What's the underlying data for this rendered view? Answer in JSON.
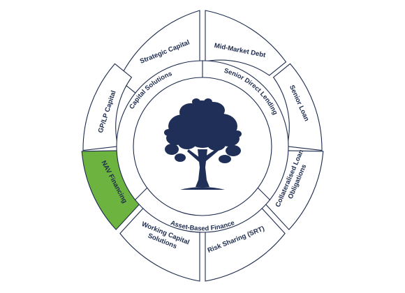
{
  "diagram": {
    "inner_ring": {
      "capital_solutions": "Capital Solutions",
      "senior_direct_lending": "Senior Direct Lending",
      "asset_based_finance": "Asset-Based Finance"
    },
    "outer_segments": {
      "strategic_capital": "Strategic Capital",
      "mid_market_debt": "Mid-Market Debt",
      "gp_lp_capital": "GP/LP Capital",
      "senior_loan": "Senior Loan",
      "nav_financing": "NAV Financing",
      "clo_line1": "Collateralised Loan",
      "clo_line2": "Obligations",
      "working_capital_line1": "Working Capital",
      "working_capital_line2": "Solutions",
      "risk_sharing": "Risk Sharing (SRT)"
    },
    "colors": {
      "navy": "#1c2a4d",
      "highlight_green": "#6db33f"
    },
    "center_icon": "oak-tree-icon"
  }
}
